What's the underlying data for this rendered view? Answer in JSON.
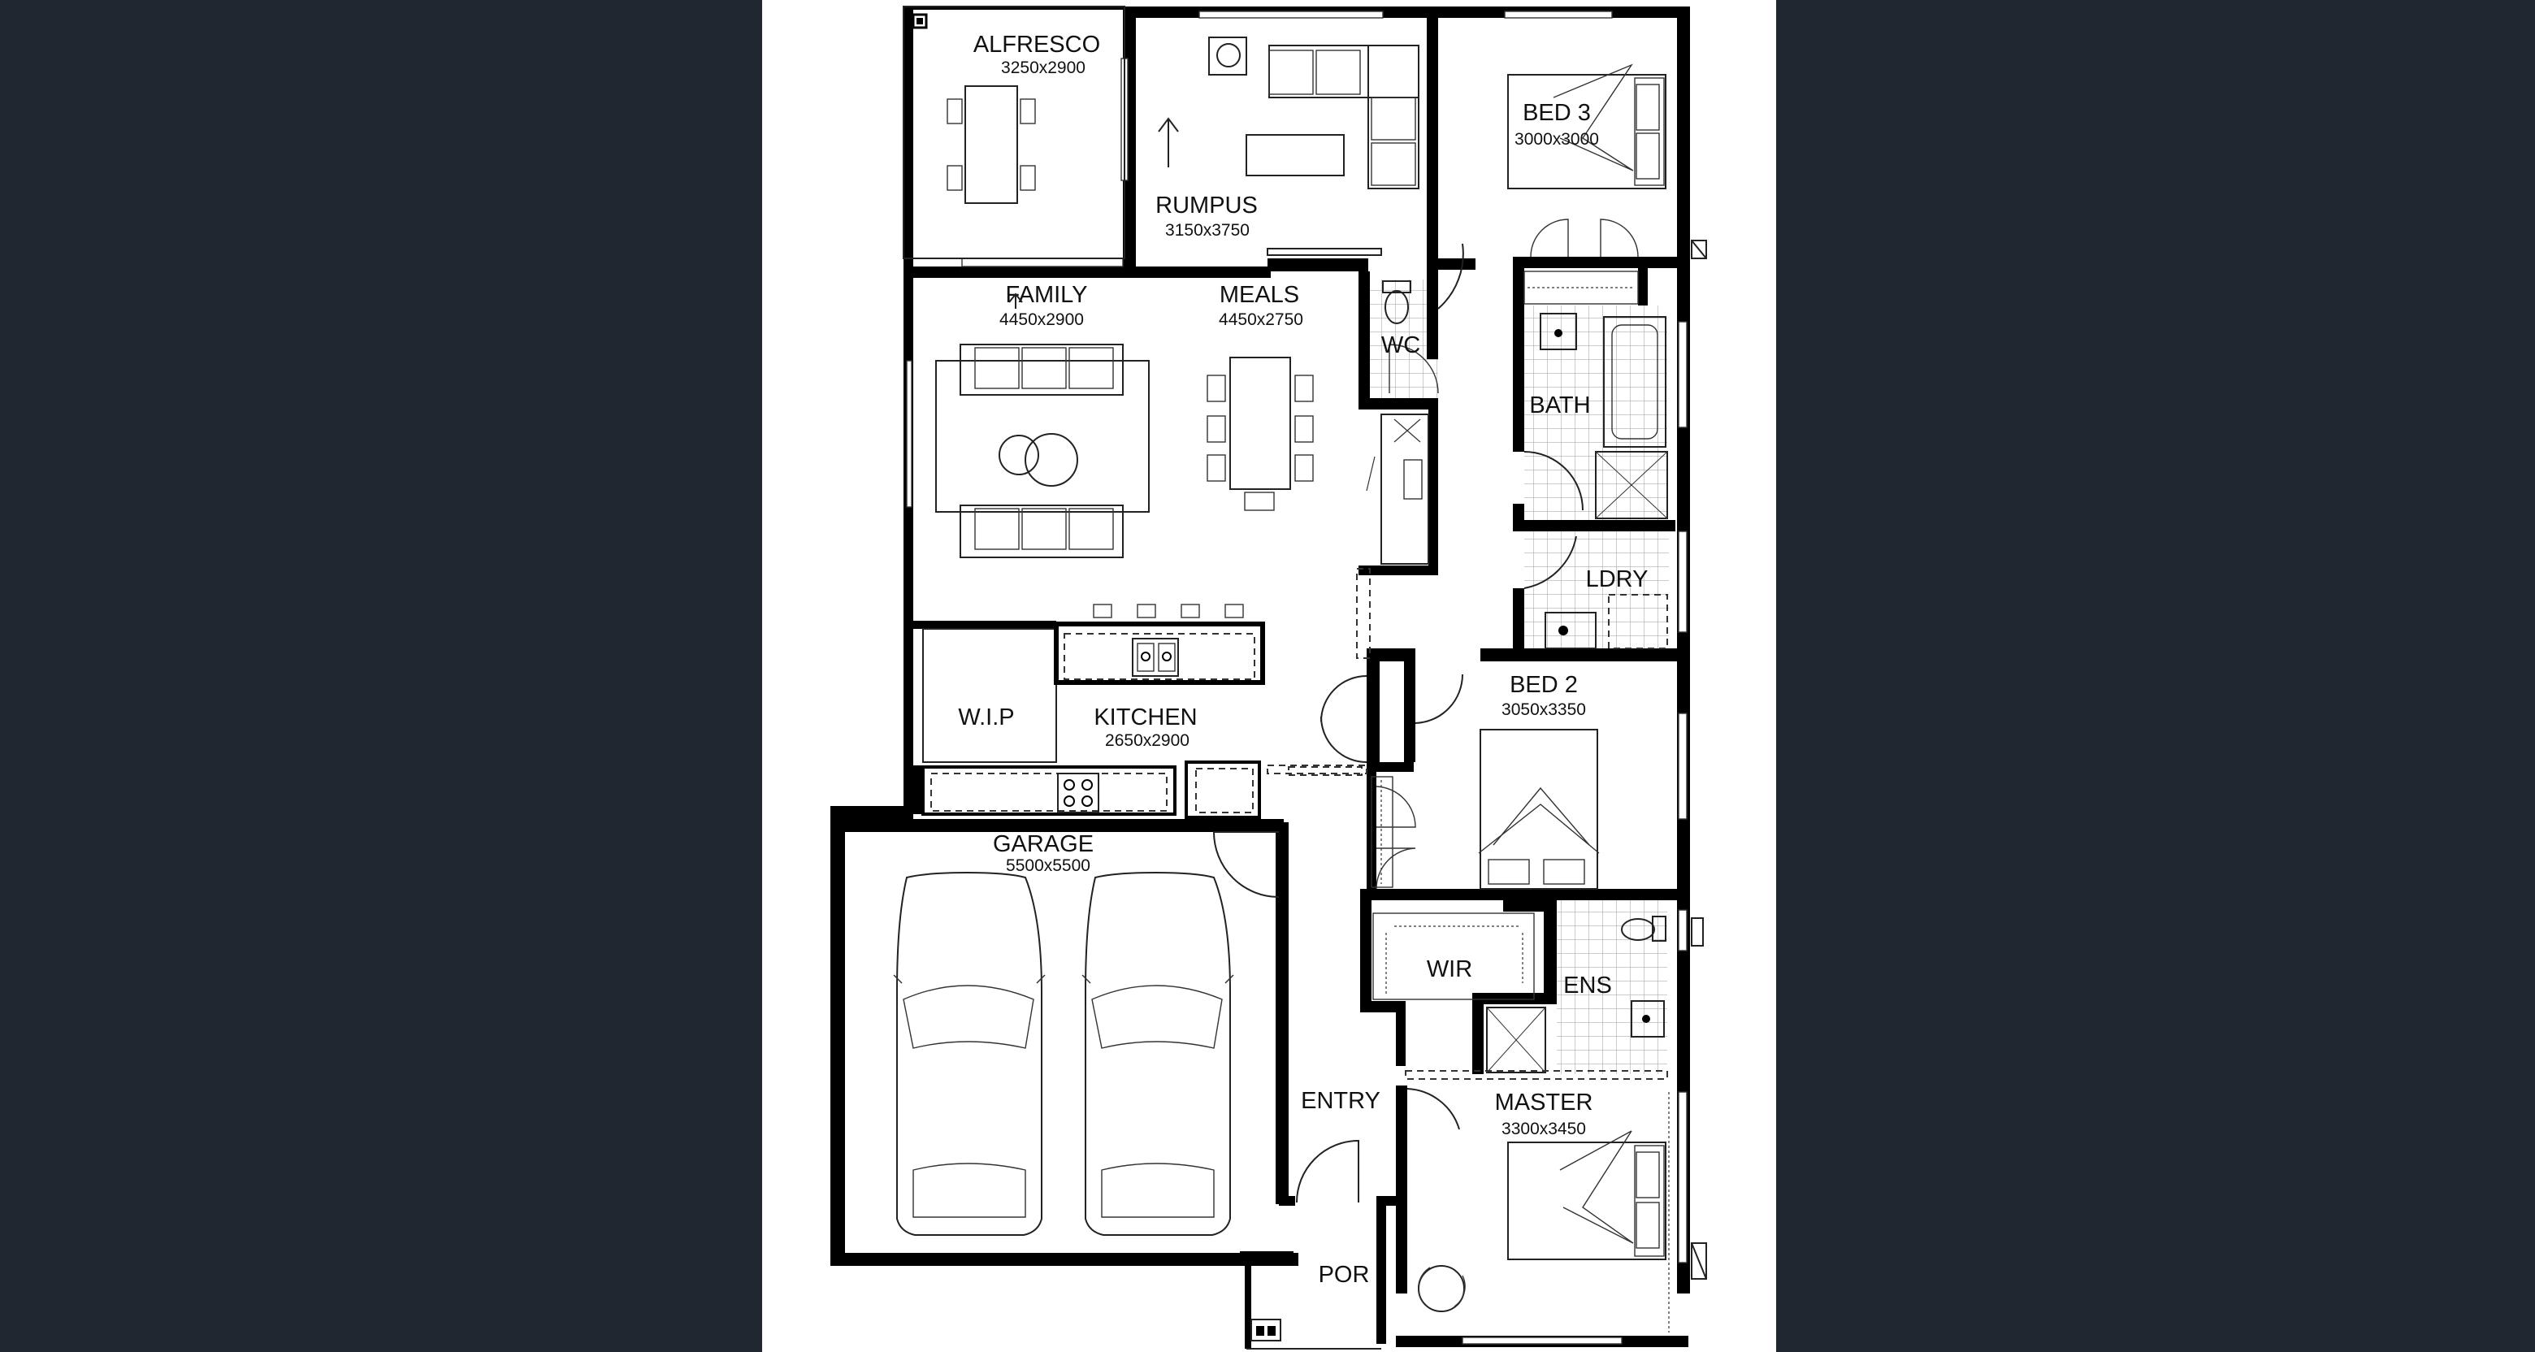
{
  "plan": {
    "rooms": [
      {
        "id": "alfresco",
        "name": "ALFRESCO",
        "dims": "3250x2900"
      },
      {
        "id": "rumpus",
        "name": "RUMPUS",
        "dims": "3150x3750"
      },
      {
        "id": "bed3",
        "name": "BED 3",
        "dims": "3000x3000"
      },
      {
        "id": "family",
        "name": "FAMILY",
        "dims": "4450x2900"
      },
      {
        "id": "meals",
        "name": "MEALS",
        "dims": "4450x2750"
      },
      {
        "id": "wc",
        "name": "WC",
        "dims": ""
      },
      {
        "id": "bath",
        "name": "BATH",
        "dims": ""
      },
      {
        "id": "ldry",
        "name": "LDRY",
        "dims": ""
      },
      {
        "id": "wip",
        "name": "W.I.P",
        "dims": ""
      },
      {
        "id": "kitchen",
        "name": "KITCHEN",
        "dims": "2650x2900"
      },
      {
        "id": "bed2",
        "name": "BED 2",
        "dims": "3050x3350"
      },
      {
        "id": "garage",
        "name": "GARAGE",
        "dims": "5500x5500"
      },
      {
        "id": "wir",
        "name": "WIR",
        "dims": ""
      },
      {
        "id": "ens",
        "name": "ENS",
        "dims": ""
      },
      {
        "id": "entry",
        "name": "ENTRY",
        "dims": ""
      },
      {
        "id": "master",
        "name": "MASTER",
        "dims": "3300x3450"
      },
      {
        "id": "por",
        "name": "POR",
        "dims": ""
      }
    ]
  },
  "colors": {
    "background": "#202731",
    "sheet": "#ffffff",
    "walls": "#000000",
    "linework": "#222222"
  },
  "icons": {
    "stair_arrow": "up-arrow-icon",
    "toilet": "toilet-icon",
    "sink": "sink-icon",
    "bath": "bathtub-icon",
    "car": "car-icon"
  }
}
